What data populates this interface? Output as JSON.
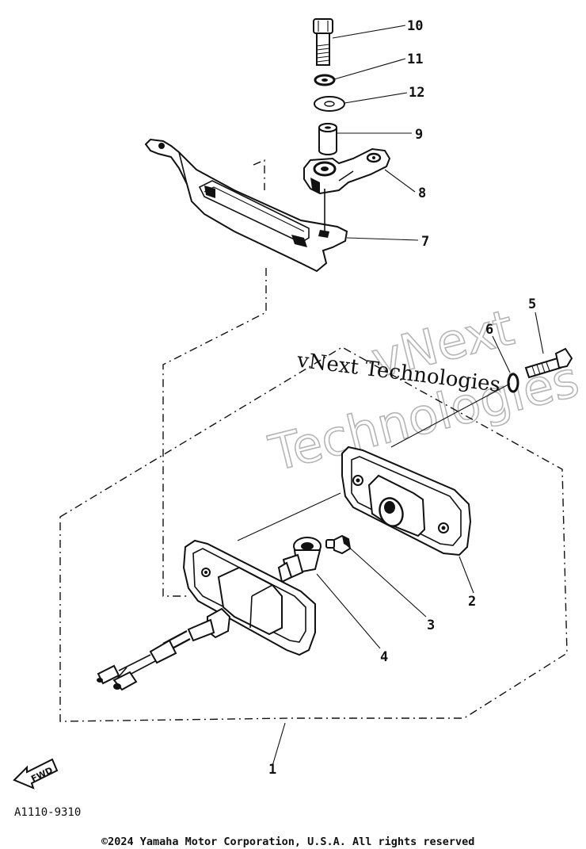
{
  "callouts": [
    {
      "number": "1"
    },
    {
      "number": "2"
    },
    {
      "number": "3"
    },
    {
      "number": "4"
    },
    {
      "number": "5"
    },
    {
      "number": "6"
    },
    {
      "number": "7"
    },
    {
      "number": "8"
    },
    {
      "number": "9"
    },
    {
      "number": "10"
    },
    {
      "number": "11"
    },
    {
      "number": "12"
    }
  ],
  "watermark": {
    "outline_line1": "vNext",
    "outline_line2": "Technologies",
    "solid_text": "vNext Technologies"
  },
  "fwd_label": "FWD",
  "diagram_code": "A1110-9310",
  "copyright": "©2024 Yamaha Motor Corporation, U.S.A. All rights reserved"
}
